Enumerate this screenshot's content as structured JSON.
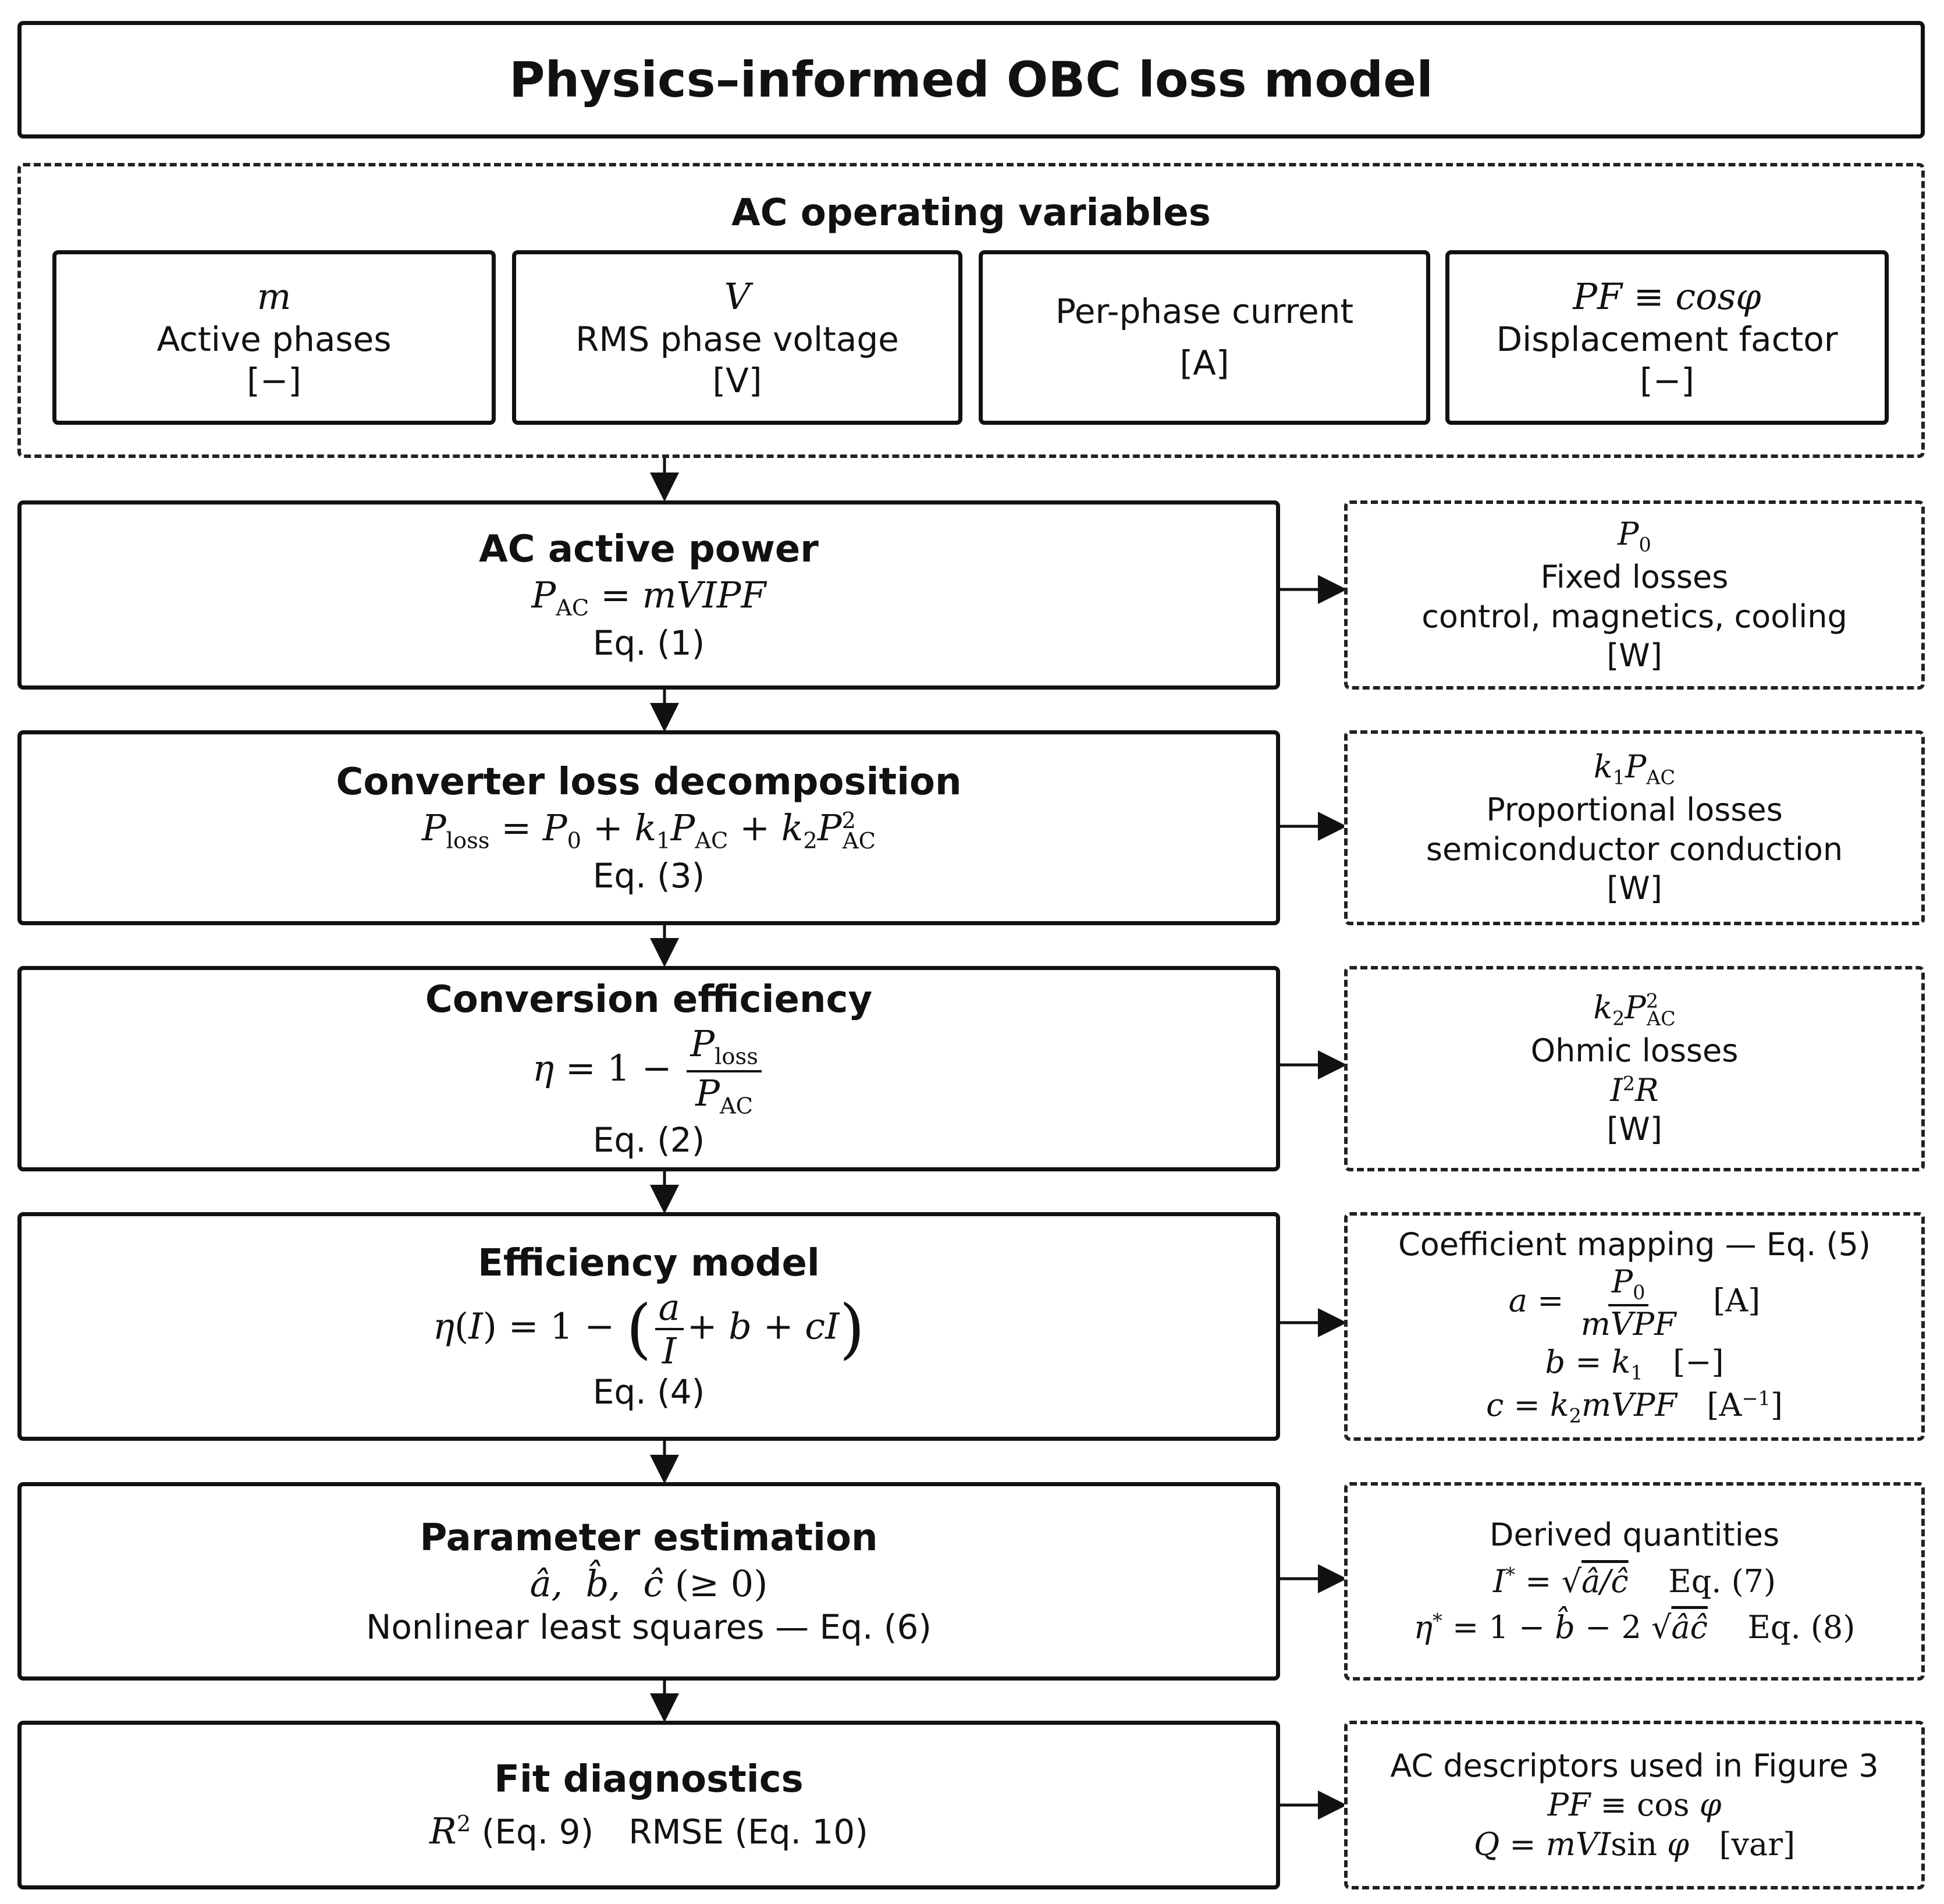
{
  "title": "Physics–informed OBC loss model",
  "inputs": {
    "header": "AC operating variables",
    "items": [
      {
        "symbol": "m",
        "label": "Active phases",
        "unit": "[−]"
      },
      {
        "symbol": "V",
        "label": "RMS phase voltage",
        "unit": "[V]"
      },
      {
        "symbol": "",
        "label": "Per-phase current",
        "unit": "[A]"
      },
      {
        "symbol": "PF ≡ cosφ",
        "label": "Displacement factor",
        "unit": "[−]"
      }
    ]
  },
  "stages": [
    {
      "title": "AC active power",
      "eq_ref": "Eq. (1)"
    },
    {
      "title": "Converter loss decomposition",
      "eq_ref": "Eq. (3)"
    },
    {
      "title": "Conversion efficiency",
      "eq_ref": "Eq. (2)"
    },
    {
      "title": "Efficiency model",
      "eq_ref": "Eq. (4)"
    },
    {
      "title": "Parameter estimation",
      "method": "Nonlinear least squares — Eq. (6)"
    },
    {
      "title": "Fit diagnostics",
      "r2_ref": "(Eq. 9)",
      "rmse": "RMSE (Eq. 10)"
    }
  ],
  "side_notes": [
    {
      "label": "Fixed losses",
      "detail": "control, magnetics, cooling",
      "unit": "[W]"
    },
    {
      "label": "Proportional losses",
      "detail": "semiconductor conduction",
      "unit": "[W]"
    },
    {
      "label": "Ohmic losses",
      "unit": "[W]"
    },
    {
      "header": "Coefficient mapping — Eq. (5)",
      "units": [
        "[A]",
        "[−]"
      ]
    },
    {
      "header": "Derived quantities",
      "refs": [
        "Eq. (7)",
        "Eq. (8)"
      ]
    },
    {
      "header": "AC descriptors used in Figure 3",
      "unit": "[var]"
    }
  ]
}
